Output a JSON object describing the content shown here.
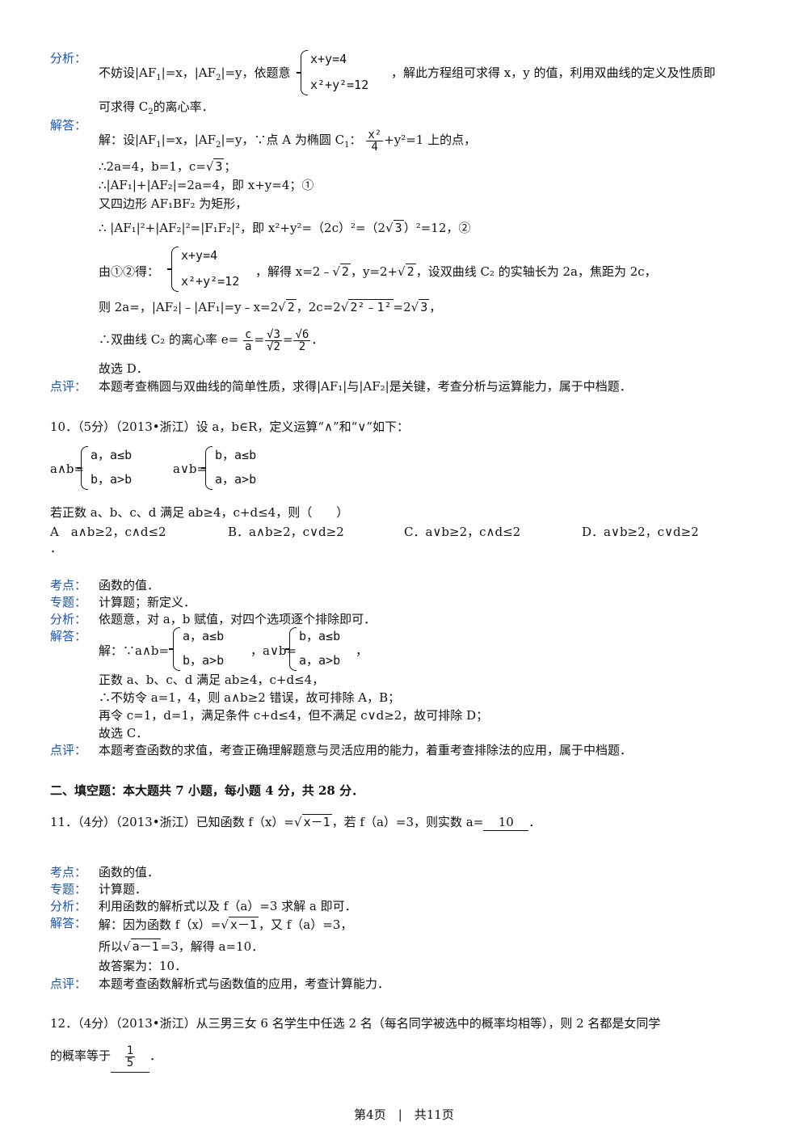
{
  "labels": {
    "analysis": "分析：",
    "answer": "解答：",
    "comment": "点评：",
    "kaodian": "考点：",
    "zhuanti": "专题："
  },
  "q9": {
    "analysis_a": "不妨设|AF",
    "analysis_b": "|=x，|AF",
    "analysis_c": "|=y，依题意",
    "eq1": "x+y=4",
    "eq2": "x²+y²=12",
    "analysis_d": "，解此方程组可求得 x，y 的值，利用双曲线的定义及性质即",
    "analysis_e": "可求得 C",
    "analysis_f": "的离心率．",
    "ans1_a": "解：设|AF",
    "ans1_b": "|=x，|AF",
    "ans1_c": "|=y，∵点 A 为椭圆 C",
    "ans1_d": "：",
    "frac_num": "x²",
    "frac_den": "4",
    "ans1_e": "+y²=1 上的点，",
    "ans2": "∴2a=4，b=1，c=",
    "ans2_rad": "3",
    "ans2_end": "；",
    "ans3": "∴|AF₁|+|AF₂|=2a=4，即 x+y=4；①",
    "ans4": "又四边形 AF₁BF₂ 为矩形，",
    "ans5": "∴ |AF₁|²+|AF₂|²=|F₁F₂|²，即 x²+y²=（2c）²=（2",
    "ans5_rad": "3",
    "ans5_end": "）²=12，②",
    "ans6_a": "由①②得：",
    "ans6_b": "，解得 x=2﹣",
    "ans6_rad1": "2",
    "ans6_c": "，y=2+",
    "ans6_rad2": "2",
    "ans6_d": "，设双曲线 C₂ 的实轴长为 2a，焦距为 2c，",
    "ans7_a": "则 2a=，|AF₂|﹣|AF₁|=y﹣x=2",
    "ans7_rad1": "2",
    "ans7_b": "，2c=2",
    "ans7_rad2": "2²﹣1²",
    "ans7_c": "=2",
    "ans7_rad3": "3",
    "ans7_d": "，",
    "ans8_a": "∴双曲线 C₂ 的离心率 e=",
    "ans8_f1n": "c",
    "ans8_f1d": "a",
    "ans8_f2n": "√3",
    "ans8_f2d": "√2",
    "ans8_f3n": "√6",
    "ans8_f3d": "2",
    "ans8_end": "．",
    "ans9": "故选 D．",
    "comment": "本题考查椭圆与双曲线的简单性质，求得|AF₁|与|AF₂|是关键，考查分析与运算能力，属于中档题．"
  },
  "q10": {
    "stem": "10．（5分）（2013•浙江）设 a，b∈R，定义运算“∧”和“∨”如下：",
    "and_lhs": "a∧b=",
    "and_r1": "a，a≤b",
    "and_r2": "b，a>b",
    "or_lhs": "a∨b=",
    "or_r1": "b，a≤b",
    "or_r2": "a，a>b",
    "cond": "若正数 a、b、c、d 满足 ab≥4，c+d≤4，则（　　）",
    "optA": "A　a∧b≥2，c∧d≤2",
    "optA_dot": "．",
    "optB": "B．a∧b≥2，c∨d≥2",
    "optC": "C．a∨b≥2，c∧d≤2",
    "optD": "D．a∨b≥2，c∨d≥2",
    "kaodian": "函数的值．",
    "zhuanti": "计算题；新定义．",
    "analysis": "依题意，对 a，b 赋值，对四个选项逐个排除即可．",
    "ans1_a": "解：∵a∧b=",
    "ans1_b": "，a∨b=",
    "ans1_c": "，",
    "ans2": "正数 a、b、c、d 满足 ab≥4，c+d≤4，",
    "ans3": "∴不妨令 a=1，4，则 a∧b≥2 错误，故可排除 A，B；",
    "ans4": "再令 c=1，d=1，满足条件 c+d≤4，但不满足 c∨d≥2，故可排除 D；",
    "ans5": "故选 C．",
    "comment": "本题考查函数的求值，考查正确理解题意与灵活应用的能力，着重考查排除法的应用，属于中档题．"
  },
  "section2": "二、填空题：本大题共 7 小题，每小题 4 分，共 28 分．",
  "q11": {
    "stem_a": "11．（4分）（2013•浙江）已知函数 f（x）=",
    "stem_rad": "x－1",
    "stem_b": "，若 f（a）=3，则实数 a=",
    "blank": "10",
    "stem_c": "．",
    "kaodian": "函数的值．",
    "zhuanti": "计算题．",
    "analysis": "利用函数的解析式以及 f（a）=3 求解 a 即可．",
    "ans1_a": "解：因为函数 f（x）=",
    "ans1_rad": "x－1",
    "ans1_b": "，又 f（a）=3，",
    "ans2_a": "所以",
    "ans2_rad": "a－1",
    "ans2_b": "=3，解得 a=10．",
    "ans3": "故答案为：10．",
    "comment": "本题考查函数解析式与函数值的应用，考查计算能力．"
  },
  "q12": {
    "stem": "12．（4分）（2013•浙江）从三男三女 6 名学生中任选 2 名（每名同学被选中的概率均相等），则 2 名都是女同学",
    "line2_a": "的概率等于",
    "frac_num": "1",
    "frac_den": "5",
    "line2_b": "．"
  },
  "footer": "第4页　|　共11页"
}
